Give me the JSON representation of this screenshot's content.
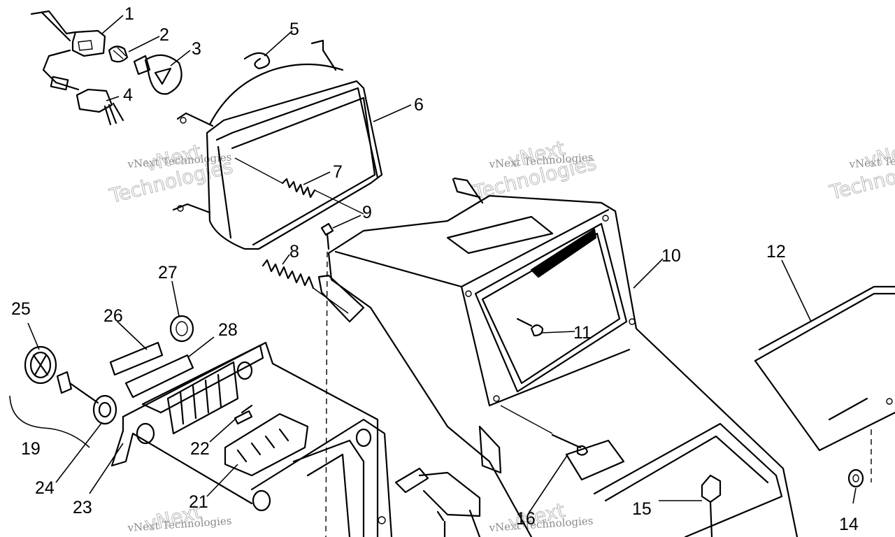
{
  "watermark": {
    "company": "vNext Technologies",
    "line1": "vNext",
    "line2": "Technologies"
  },
  "callouts": [
    "1",
    "2",
    "3",
    "4",
    "5",
    "6",
    "7",
    "8",
    "9",
    "10",
    "11",
    "12",
    "14",
    "15",
    "16",
    "19",
    "21",
    "22",
    "23",
    "24",
    "25",
    "26",
    "27",
    "28"
  ]
}
